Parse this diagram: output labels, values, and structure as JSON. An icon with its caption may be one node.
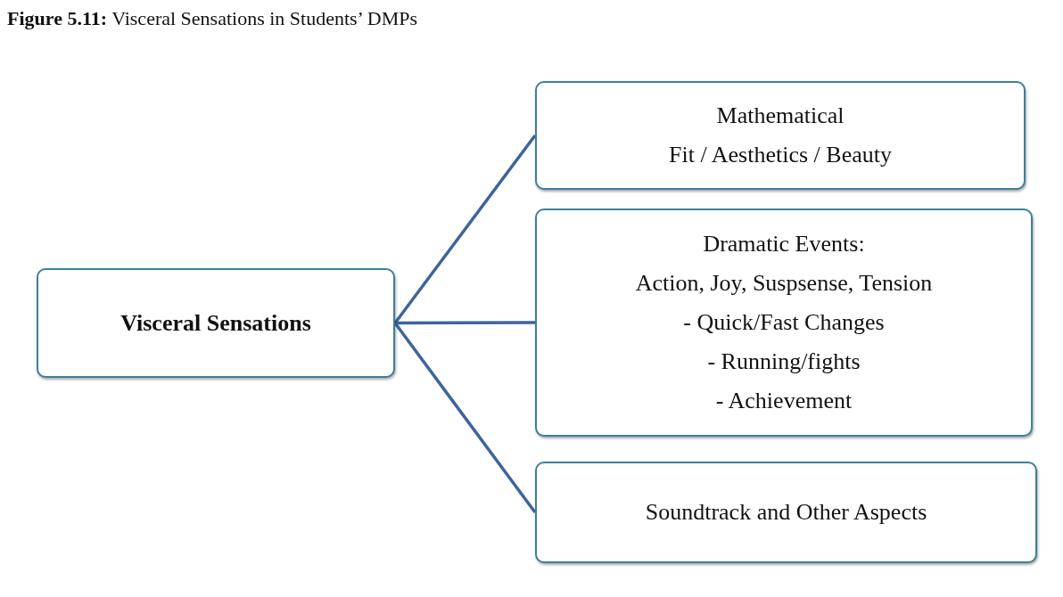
{
  "diagram": {
    "title": "**Figure 5.11:** Visceral Sensations in Students’ DMPs",
    "nodes": [
      {
        "text": [
          "Visceral Sensations"
        ]
      },
      {
        "text": [
          "Mathematical",
          "Fit / Aesthetics / Beauty"
        ]
      },
      {
        "text": [
          "Dramatic Events:",
          "Action, Joy, Suspsense, Tension",
          "- Quick/Fast Changes",
          "- Running/fights",
          "- Achievement"
        ]
      },
      {
        "text": [
          "Soundtrack and Other Aspects"
        ]
      }
    ],
    "edges": [
      {
        "from": 0,
        "to": 1,
        "arrow": "none"
      },
      {
        "from": 0,
        "to": 2,
        "arrow": "none"
      },
      {
        "from": 0,
        "to": 3,
        "arrow": "none"
      }
    ]
  }
}
